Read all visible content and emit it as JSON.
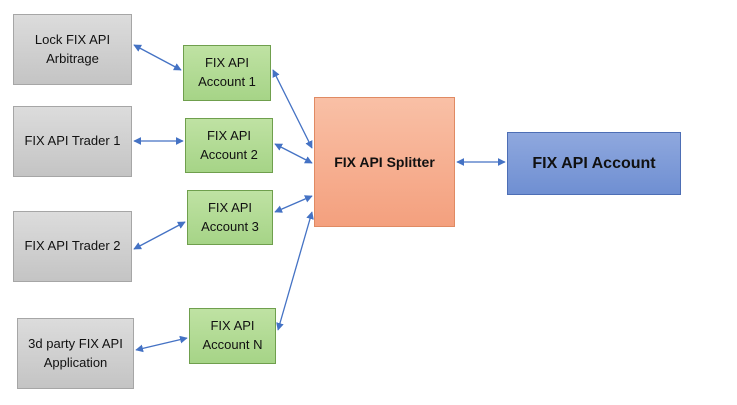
{
  "colors": {
    "connector": "#4472c4",
    "client_fill": "#d0d0d0",
    "account_fill": "#b3db95",
    "splitter_fill": "#f6b090",
    "main_account_fill": "#7f9bd8"
  },
  "clients": [
    {
      "id": "client-lock-arbitrage",
      "lines": [
        "Lock FIX API",
        "Arbitrage"
      ]
    },
    {
      "id": "client-trader-1",
      "lines": [
        "FIX API Trader 1"
      ]
    },
    {
      "id": "client-trader-2",
      "lines": [
        "FIX API Trader 2"
      ]
    },
    {
      "id": "client-3d-party",
      "lines": [
        "3d party FIX API",
        "Application"
      ]
    }
  ],
  "accounts": [
    {
      "id": "account-1",
      "lines": [
        "FIX API",
        "Account 1"
      ]
    },
    {
      "id": "account-2",
      "lines": [
        "FIX API",
        "Account 2"
      ]
    },
    {
      "id": "account-3",
      "lines": [
        "FIX API",
        "Account 3"
      ]
    },
    {
      "id": "account-n",
      "lines": [
        "FIX API",
        "Account N"
      ]
    }
  ],
  "splitter": {
    "label": "FIX API Splitter"
  },
  "main_account": {
    "label": "FIX API Account"
  },
  "connections": [
    {
      "from": "client-lock-arbitrage",
      "to": "account-1"
    },
    {
      "from": "client-trader-1",
      "to": "account-2"
    },
    {
      "from": "client-trader-2",
      "to": "account-3"
    },
    {
      "from": "client-3d-party",
      "to": "account-n"
    },
    {
      "from": "account-1",
      "to": "splitter"
    },
    {
      "from": "account-2",
      "to": "splitter"
    },
    {
      "from": "account-3",
      "to": "splitter"
    },
    {
      "from": "account-n",
      "to": "splitter"
    },
    {
      "from": "splitter",
      "to": "main-account"
    }
  ]
}
